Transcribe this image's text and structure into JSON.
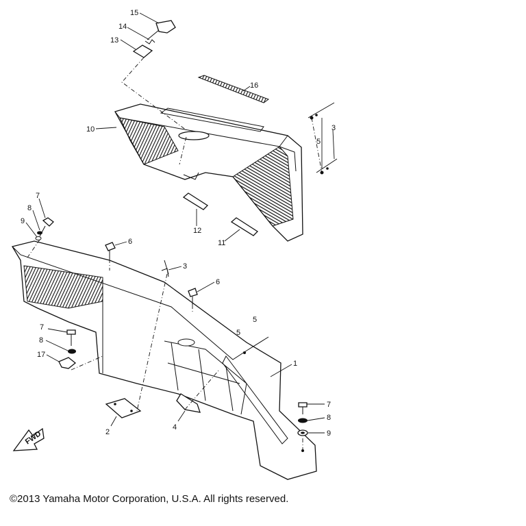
{
  "callouts": [
    {
      "id": "c15",
      "label": "15"
    },
    {
      "id": "c14",
      "label": "14"
    },
    {
      "id": "c13",
      "label": "13"
    },
    {
      "id": "c16",
      "label": "16"
    },
    {
      "id": "c10",
      "label": "10"
    },
    {
      "id": "c3a",
      "label": "3"
    },
    {
      "id": "c5a",
      "label": "5"
    },
    {
      "id": "c12",
      "label": "12"
    },
    {
      "id": "c11",
      "label": "11"
    },
    {
      "id": "c7a",
      "label": "7"
    },
    {
      "id": "c8a",
      "label": "8"
    },
    {
      "id": "c9a",
      "label": "9"
    },
    {
      "id": "c6a",
      "label": "6"
    },
    {
      "id": "c3b",
      "label": "3"
    },
    {
      "id": "c6b",
      "label": "6"
    },
    {
      "id": "c5b",
      "label": "5"
    },
    {
      "id": "c5c",
      "label": "5"
    },
    {
      "id": "c7b",
      "label": "7"
    },
    {
      "id": "c8b",
      "label": "8"
    },
    {
      "id": "c17",
      "label": "17"
    },
    {
      "id": "c1",
      "label": "1"
    },
    {
      "id": "c7c",
      "label": "7"
    },
    {
      "id": "c8c",
      "label": "8"
    },
    {
      "id": "c9c",
      "label": "9"
    },
    {
      "id": "c2",
      "label": "2"
    },
    {
      "id": "c4",
      "label": "4"
    }
  ],
  "direction_label": "FWD",
  "copyright": "©2013 Yamaha Motor Corporation, U.S.A. All rights reserved."
}
